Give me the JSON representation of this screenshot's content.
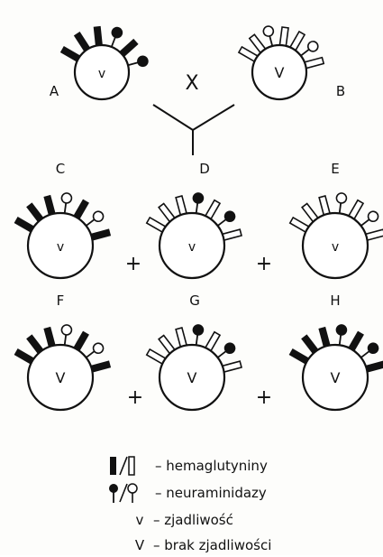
{
  "cross_symbol": "X",
  "plus_symbol": "+",
  "viruses": {
    "A": {
      "label": "A",
      "body": "v",
      "spikes": [
        "H",
        "H",
        "H",
        "N",
        "H",
        "N"
      ]
    },
    "B": {
      "label": "B",
      "body": "V",
      "spikes": [
        "h",
        "h",
        "n",
        "h",
        "h",
        "n",
        "h"
      ]
    },
    "C": {
      "label": "C",
      "body": "v",
      "spikes": [
        "H",
        "H",
        "H",
        "n",
        "H",
        "n",
        "H"
      ]
    },
    "D": {
      "label": "D",
      "body": "v",
      "spikes": [
        "h",
        "h",
        "h",
        "N",
        "h",
        "N",
        "h"
      ]
    },
    "E": {
      "label": "E",
      "body": "v",
      "spikes": [
        "h",
        "h",
        "h",
        "n",
        "h",
        "n",
        "h"
      ]
    },
    "F": {
      "label": "F",
      "body": "V",
      "spikes": [
        "H",
        "H",
        "H",
        "n",
        "H",
        "n",
        "H"
      ]
    },
    "G": {
      "label": "G",
      "body": "V",
      "spikes": [
        "h",
        "h",
        "h",
        "N",
        "h",
        "N",
        "h"
      ]
    },
    "H": {
      "label": "H",
      "body": "V",
      "spikes": [
        "H",
        "H",
        "H",
        "N",
        "H",
        "N",
        "H"
      ]
    }
  },
  "legend": [
    {
      "symbol": "hemagglutinin",
      "text": "– hemaglutyniny"
    },
    {
      "symbol": "neuraminidase",
      "text": "– neuraminidazy"
    },
    {
      "symbol": "v-small",
      "key": "v",
      "text": "– zjadliwość"
    },
    {
      "symbol": "v-large",
      "key": "V",
      "text": "– brak zjadliwości"
    }
  ]
}
